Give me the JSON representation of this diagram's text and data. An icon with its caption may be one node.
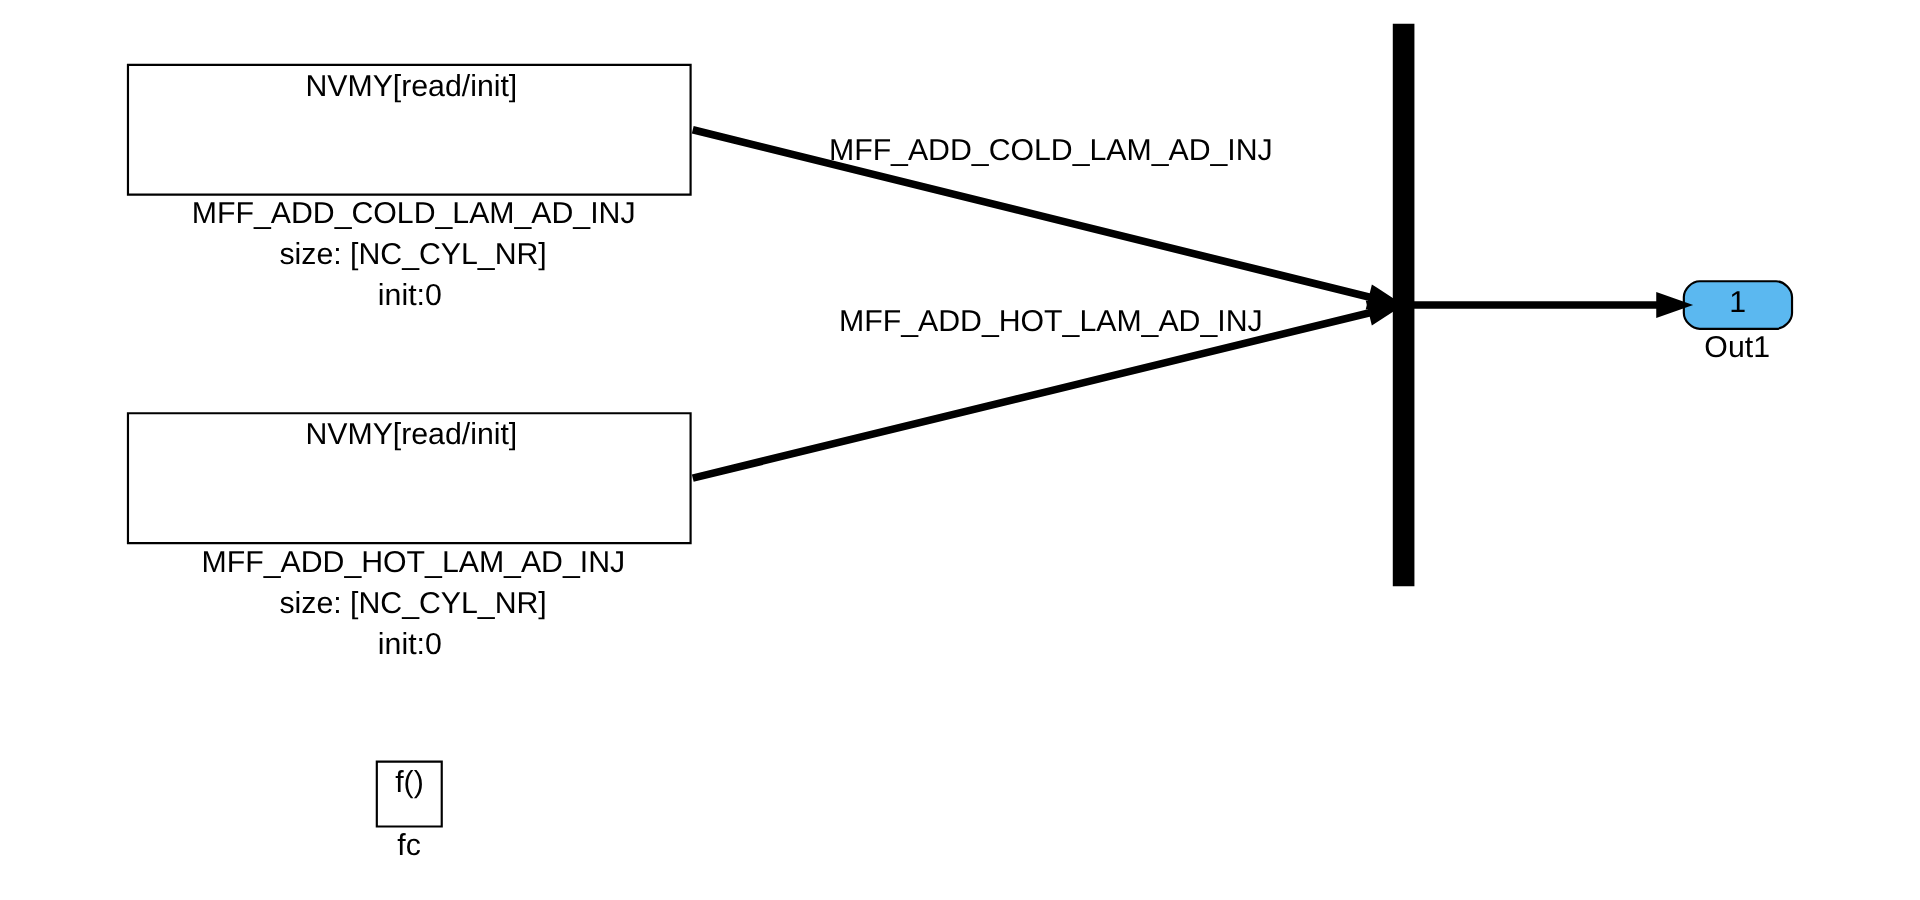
{
  "diagram": {
    "nodes": [
      {
        "text": [
          "f()"
        ],
        "beside": [
          "fc"
        ]
      },
      {
        "text": [
          "NVMY[read/init]"
        ],
        "beside": [
          "MFF_ADD_COLD_LAM_AD_INJ",
          "size: [NC_CYL_NR]",
          "init:0"
        ]
      },
      {
        "text": [
          "NVMY[read/init]"
        ],
        "beside": [
          "MFF_ADD_HOT_LAM_AD_INJ",
          "size: [NC_CYL_NR]",
          "init:0"
        ]
      },
      {
        "text": [],
        "shape": "bar"
      },
      {
        "text": [
          "1"
        ],
        "beside": [
          "Out1"
        ]
      }
    ],
    "edges": [
      {
        "from": 1,
        "to": 3,
        "arrow": "to",
        "label": "MFF_ADD_COLD_LAM_AD_INJ"
      },
      {
        "from": 2,
        "to": 3,
        "arrow": "to",
        "label": "MFF_ADD_HOT_LAM_AD_INJ"
      },
      {
        "from": 3,
        "to": 4,
        "arrow": "to"
      }
    ]
  }
}
